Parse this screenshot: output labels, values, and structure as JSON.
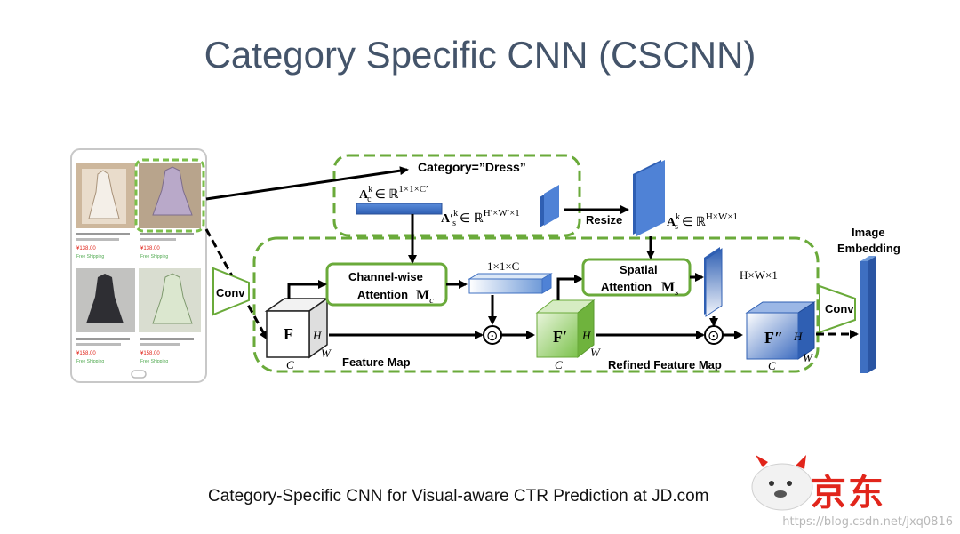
{
  "title": "Category Specific CNN (CSCNN)",
  "caption": "Category-Specific CNN for Visual-aware CTR Prediction at JD.com",
  "watermark": "https://blog.csdn.net/jxq0816",
  "brand": "京东",
  "colors": {
    "green_dash": "#6aaa3a",
    "blue": "#3e6fc1",
    "title": "#44546a",
    "jd_red": "#e1251b"
  },
  "phone": {
    "items": [
      {
        "price": "¥138.00",
        "tag": "Free Shipping"
      },
      {
        "price": "¥138.00",
        "tag": "Free Shipping"
      },
      {
        "price": "¥158.00",
        "tag": "Free Shipping"
      },
      {
        "price": "¥158.00",
        "tag": "Free Shipping"
      }
    ]
  },
  "diagram": {
    "category_label": "Category=”Dress”",
    "ac_label": "A",
    "ac_sub": "c",
    "ac_sup": "k",
    "ac_space": "∈ ℝ",
    "ac_dim": "1×1×C′",
    "as_prime_label": "A′",
    "as_prime_sub": "s",
    "as_prime_sup": "k",
    "as_prime_space": "∈ ℝ",
    "as_prime_dim": "H′×W′×1",
    "resize_label": "Resize",
    "as_label": "A",
    "as_sub": "s",
    "as_sup": "k",
    "as_space": "∈ ℝ",
    "as_dim": "H×W×1",
    "conv_left": "Conv",
    "conv_right": "Conv",
    "channel_attention_line1": "Channel-wise",
    "channel_attention_line2": "Attention",
    "mc_label": "M",
    "mc_sub": "c",
    "channel_vector_dim": "1×1×C",
    "spatial_attention_line1": "Spatial",
    "spatial_attention_line2": "Attention",
    "ms_label": "M",
    "ms_sub": "s",
    "spatial_map_dim": "H×W×1",
    "f_label": "F",
    "f_prime_label": "F′",
    "f_double_prime_label": "F″",
    "dim_h": "H",
    "dim_w": "W",
    "dim_c": "C",
    "feature_map_label": "Feature Map",
    "refined_feature_map_label": "Refined Feature Map",
    "image_embedding_line1": "Image",
    "image_embedding_line2": "Embedding",
    "odot": "⊙"
  }
}
